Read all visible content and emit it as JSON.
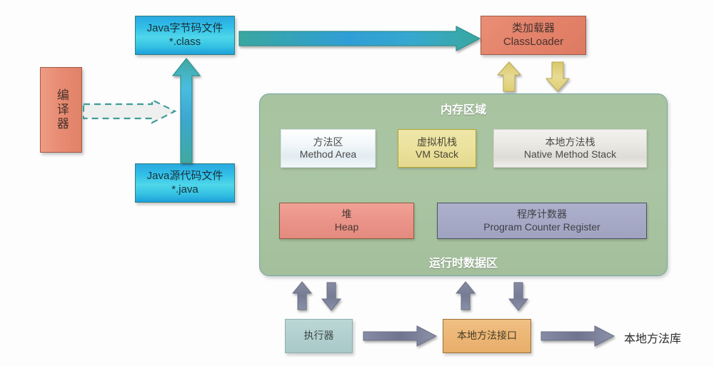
{
  "diagram": {
    "title_semantic": "jvm-architecture-diagram",
    "colors": {
      "cyan": "#31bfe8",
      "salmon": "#e5846c",
      "green_container": "#a8c3a0",
      "gold": "#e5d98e",
      "heap_red": "#ec968b",
      "pcr_purple": "#a8abc7",
      "executor_teal": "#b4d1d1",
      "native_orange": "#edb878",
      "arrow_teal": "#3aa9a0",
      "arrow_blue": "#2f9ed6",
      "arrow_yellow": "#e2d27e",
      "arrow_gray": "#7d8399"
    }
  },
  "nodes": {
    "compiler": {
      "label": "编译器"
    },
    "bytecode_file": {
      "line1": "Java字节码文件",
      "line2": "*.class"
    },
    "source_file": {
      "line1": "Java源代码文件",
      "line2": "*.java"
    },
    "class_loader": {
      "line1": "类加载器",
      "line2": "ClassLoader"
    },
    "memory_area": {
      "title": "内存区域",
      "footer": "运行时数据区"
    },
    "method_area": {
      "line1": "方法区",
      "line2": "Method Area"
    },
    "vm_stack": {
      "line1": "虚拟机栈",
      "line2": "VM Stack"
    },
    "native_method_stack": {
      "line1": "本地方法栈",
      "line2": "Native Method Stack"
    },
    "heap": {
      "line1": "堆",
      "line2": "Heap"
    },
    "program_counter_register": {
      "line1": "程序计数器",
      "line2": "Program Counter Register"
    },
    "executor": {
      "label": "执行器"
    },
    "native_method_interface": {
      "label": "本地方法接口"
    },
    "native_method_library": {
      "label": "本地方法库"
    }
  },
  "arrows": [
    {
      "name": "compiler-to-source-dashed",
      "style": "dashed-outline",
      "direction": "right"
    },
    {
      "name": "source-to-bytecode",
      "style": "solid-gradient",
      "direction": "up"
    },
    {
      "name": "bytecode-to-classloader",
      "style": "solid-gradient",
      "direction": "right"
    },
    {
      "name": "memory-to-classloader",
      "style": "solid-yellow",
      "direction": "up"
    },
    {
      "name": "classloader-to-memory",
      "style": "solid-yellow",
      "direction": "down"
    },
    {
      "name": "executor-to-memory",
      "style": "solid-gray",
      "direction": "up"
    },
    {
      "name": "memory-to-executor",
      "style": "solid-gray",
      "direction": "down"
    },
    {
      "name": "nmi-to-memory",
      "style": "solid-gray",
      "direction": "up"
    },
    {
      "name": "memory-to-nmi",
      "style": "solid-gray",
      "direction": "down"
    },
    {
      "name": "executor-to-nmi",
      "style": "solid-gray",
      "direction": "right"
    },
    {
      "name": "nmi-to-library",
      "style": "solid-gray",
      "direction": "right"
    }
  ]
}
